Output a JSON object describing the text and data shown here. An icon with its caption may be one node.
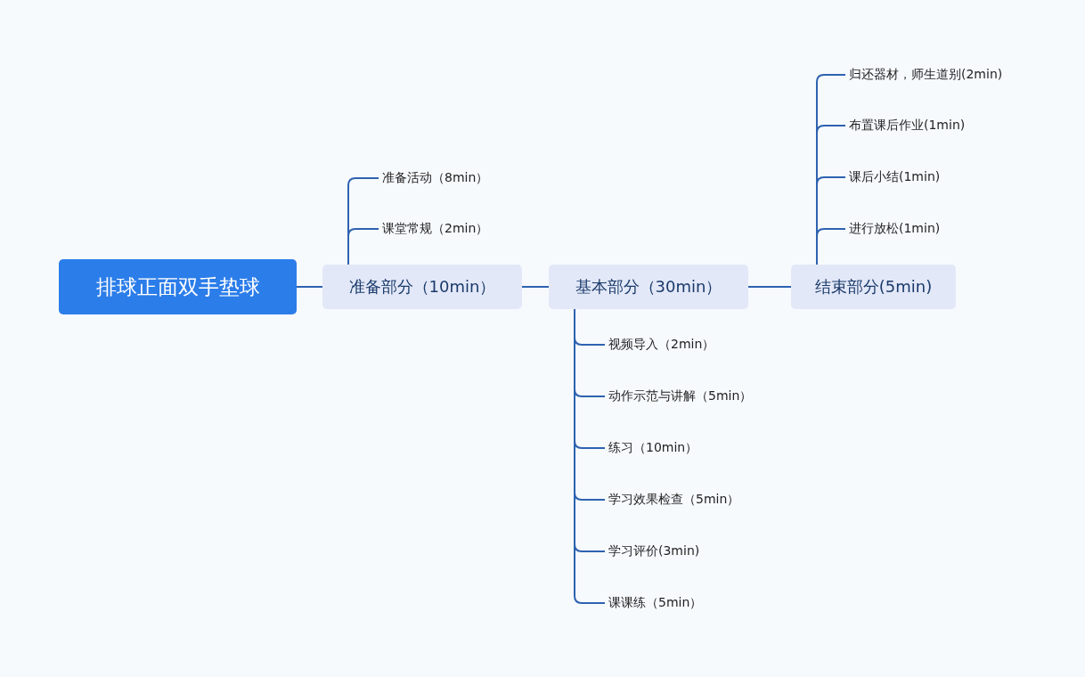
{
  "diagram": {
    "nodes": [
      {
        "text": [
          "排球正面双手垫球"
        ]
      },
      {
        "text": [
          "准备部分（10min）"
        ]
      },
      {
        "text": [
          "基本部分（30min）"
        ]
      },
      {
        "text": [
          "结束部分(5min)"
        ]
      },
      {
        "text": [
          "准备活动（8min）"
        ]
      },
      {
        "text": [
          "课堂常规（2min）"
        ]
      },
      {
        "text": [
          "视频导入（2min）"
        ]
      },
      {
        "text": [
          "动作示范与讲解（5min）"
        ]
      },
      {
        "text": [
          "练习（10min）"
        ]
      },
      {
        "text": [
          "学习效果检查（5min）"
        ]
      },
      {
        "text": [
          "学习评价(3min)"
        ]
      },
      {
        "text": [
          "课课练（5min）"
        ]
      },
      {
        "text": [
          "归还器材，师生道别(2min)"
        ]
      },
      {
        "text": [
          "布置课后作业(1min)"
        ]
      },
      {
        "text": [
          "课后小结(1min)"
        ]
      },
      {
        "text": [
          "进行放松(1min)"
        ]
      }
    ],
    "edges": [
      {
        "from": 0,
        "to": 1,
        "arrow": "none"
      },
      {
        "from": 1,
        "to": 2,
        "arrow": "none"
      },
      {
        "from": 2,
        "to": 3,
        "arrow": "none"
      },
      {
        "from": 1,
        "to": 4,
        "arrow": "none"
      },
      {
        "from": 1,
        "to": 5,
        "arrow": "none"
      },
      {
        "from": 2,
        "to": 6,
        "arrow": "none"
      },
      {
        "from": 2,
        "to": 7,
        "arrow": "none"
      },
      {
        "from": 2,
        "to": 8,
        "arrow": "none"
      },
      {
        "from": 2,
        "to": 9,
        "arrow": "none"
      },
      {
        "from": 2,
        "to": 10,
        "arrow": "none"
      },
      {
        "from": 2,
        "to": 11,
        "arrow": "none"
      },
      {
        "from": 3,
        "to": 12,
        "arrow": "none"
      },
      {
        "from": 3,
        "to": 13,
        "arrow": "none"
      },
      {
        "from": 3,
        "to": 14,
        "arrow": "none"
      },
      {
        "from": 3,
        "to": 15,
        "arrow": "none"
      }
    ]
  }
}
